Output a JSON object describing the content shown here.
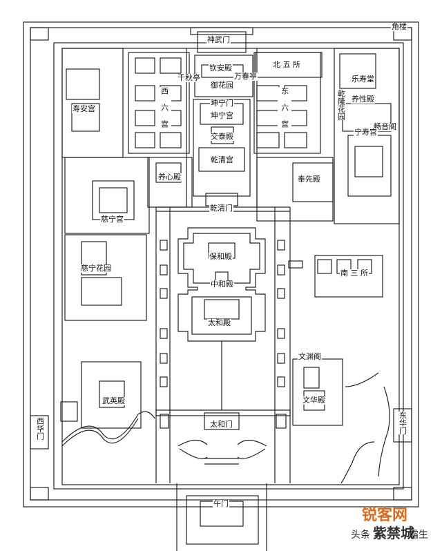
{
  "labels": {
    "jiaolou": "角楼",
    "shenwumen": "神武门",
    "qinandian": "钦安殿",
    "qianqiuting": "千秋亭",
    "wanchunting": "万春亭",
    "yuhuayuan": "御花园",
    "beiwusuo": "北 五 所",
    "xiliugong": "西 六 宫",
    "dongliugong": "东 六 宫",
    "kunningmen": "坤宁门",
    "kunninggong": "坤宁宫",
    "jiaotaidian": "交泰殿",
    "qianqinggong": "乾清宫",
    "shouangong": "寿安宫",
    "leshoutang": "乐寿堂",
    "yixingdian": "养性殿",
    "qianlonghuayuan": "乾隆花园",
    "changyinge": "畅音阁",
    "ningshougong": "宁寿宫",
    "yangxindian": "养心殿",
    "fengxiandian": "奉先殿",
    "qianqingmen": "乾清门",
    "cininggong": "慈宁宫",
    "baohedian": "保和殿",
    "cininghuayuan": "慈宁花园",
    "nansansuo": "南 三 所",
    "zhonghedian": "中和殿",
    "taihedian": "太和殿",
    "wenyuange": "文渊阁",
    "wuyingdian": "武英殿",
    "wenhuadian": "文华殿",
    "xihuamen": "西华门",
    "donghuamen": "东华门",
    "taihemen": "太和门",
    "wumen": "午门"
  },
  "watermark": {
    "brand": "锐客网",
    "source": "头条",
    "author": "紫禁城",
    "extra": "霜生"
  }
}
